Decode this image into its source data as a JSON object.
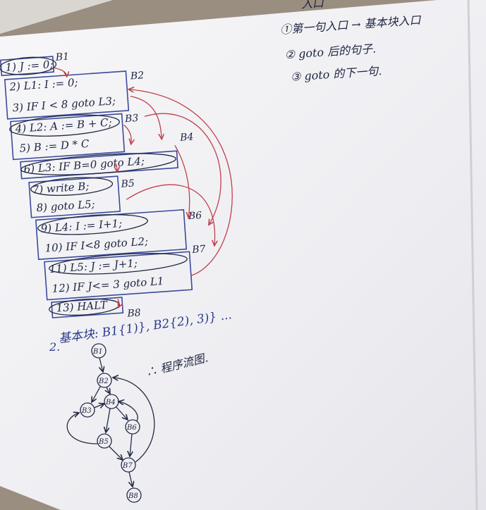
{
  "photo": {
    "subject": "handwritten notes on paper"
  },
  "notes_right": {
    "heading": "入口",
    "rule1": "①第一句入口 → 基本块入口",
    "rule2": "② goto 后的句子.",
    "rule3": "③ goto 的下一句."
  },
  "code": {
    "lines": [
      "1) J := 0;",
      "2) L1: I := 0;",
      "3) IF I < 8   goto  L3;",
      "4) L2: A := B + C;",
      "5) B := D * C",
      "6) L3: IF B=0  goto  L4;",
      "7) write  B;",
      "8) goto   L5;",
      "9) L4: I := I+1;",
      "10) IF  I<8  goto  L2;",
      "11) L5: J := J+1;",
      "12) IF  J<= 3  goto  L1",
      "13) HALT"
    ],
    "block_labels": [
      "B1",
      "B2",
      "B3",
      "B4",
      "B5",
      "B6",
      "B7",
      "B8"
    ]
  },
  "summary": {
    "text": "基本块: B1{1)}, B2{2), 3)} ..."
  },
  "flow_graph": {
    "label": "2.",
    "caption": "∴ 程序流图.",
    "nodes": [
      "B1",
      "B2",
      "B3",
      "B4",
      "B5",
      "B6",
      "B7",
      "B8"
    ]
  },
  "colors": {
    "paper": "#f4f4f6",
    "pen_black": "#1e2440",
    "pen_blue": "#2a3a8c",
    "pen_red": "#c0404a",
    "table": "#9a8e80"
  }
}
